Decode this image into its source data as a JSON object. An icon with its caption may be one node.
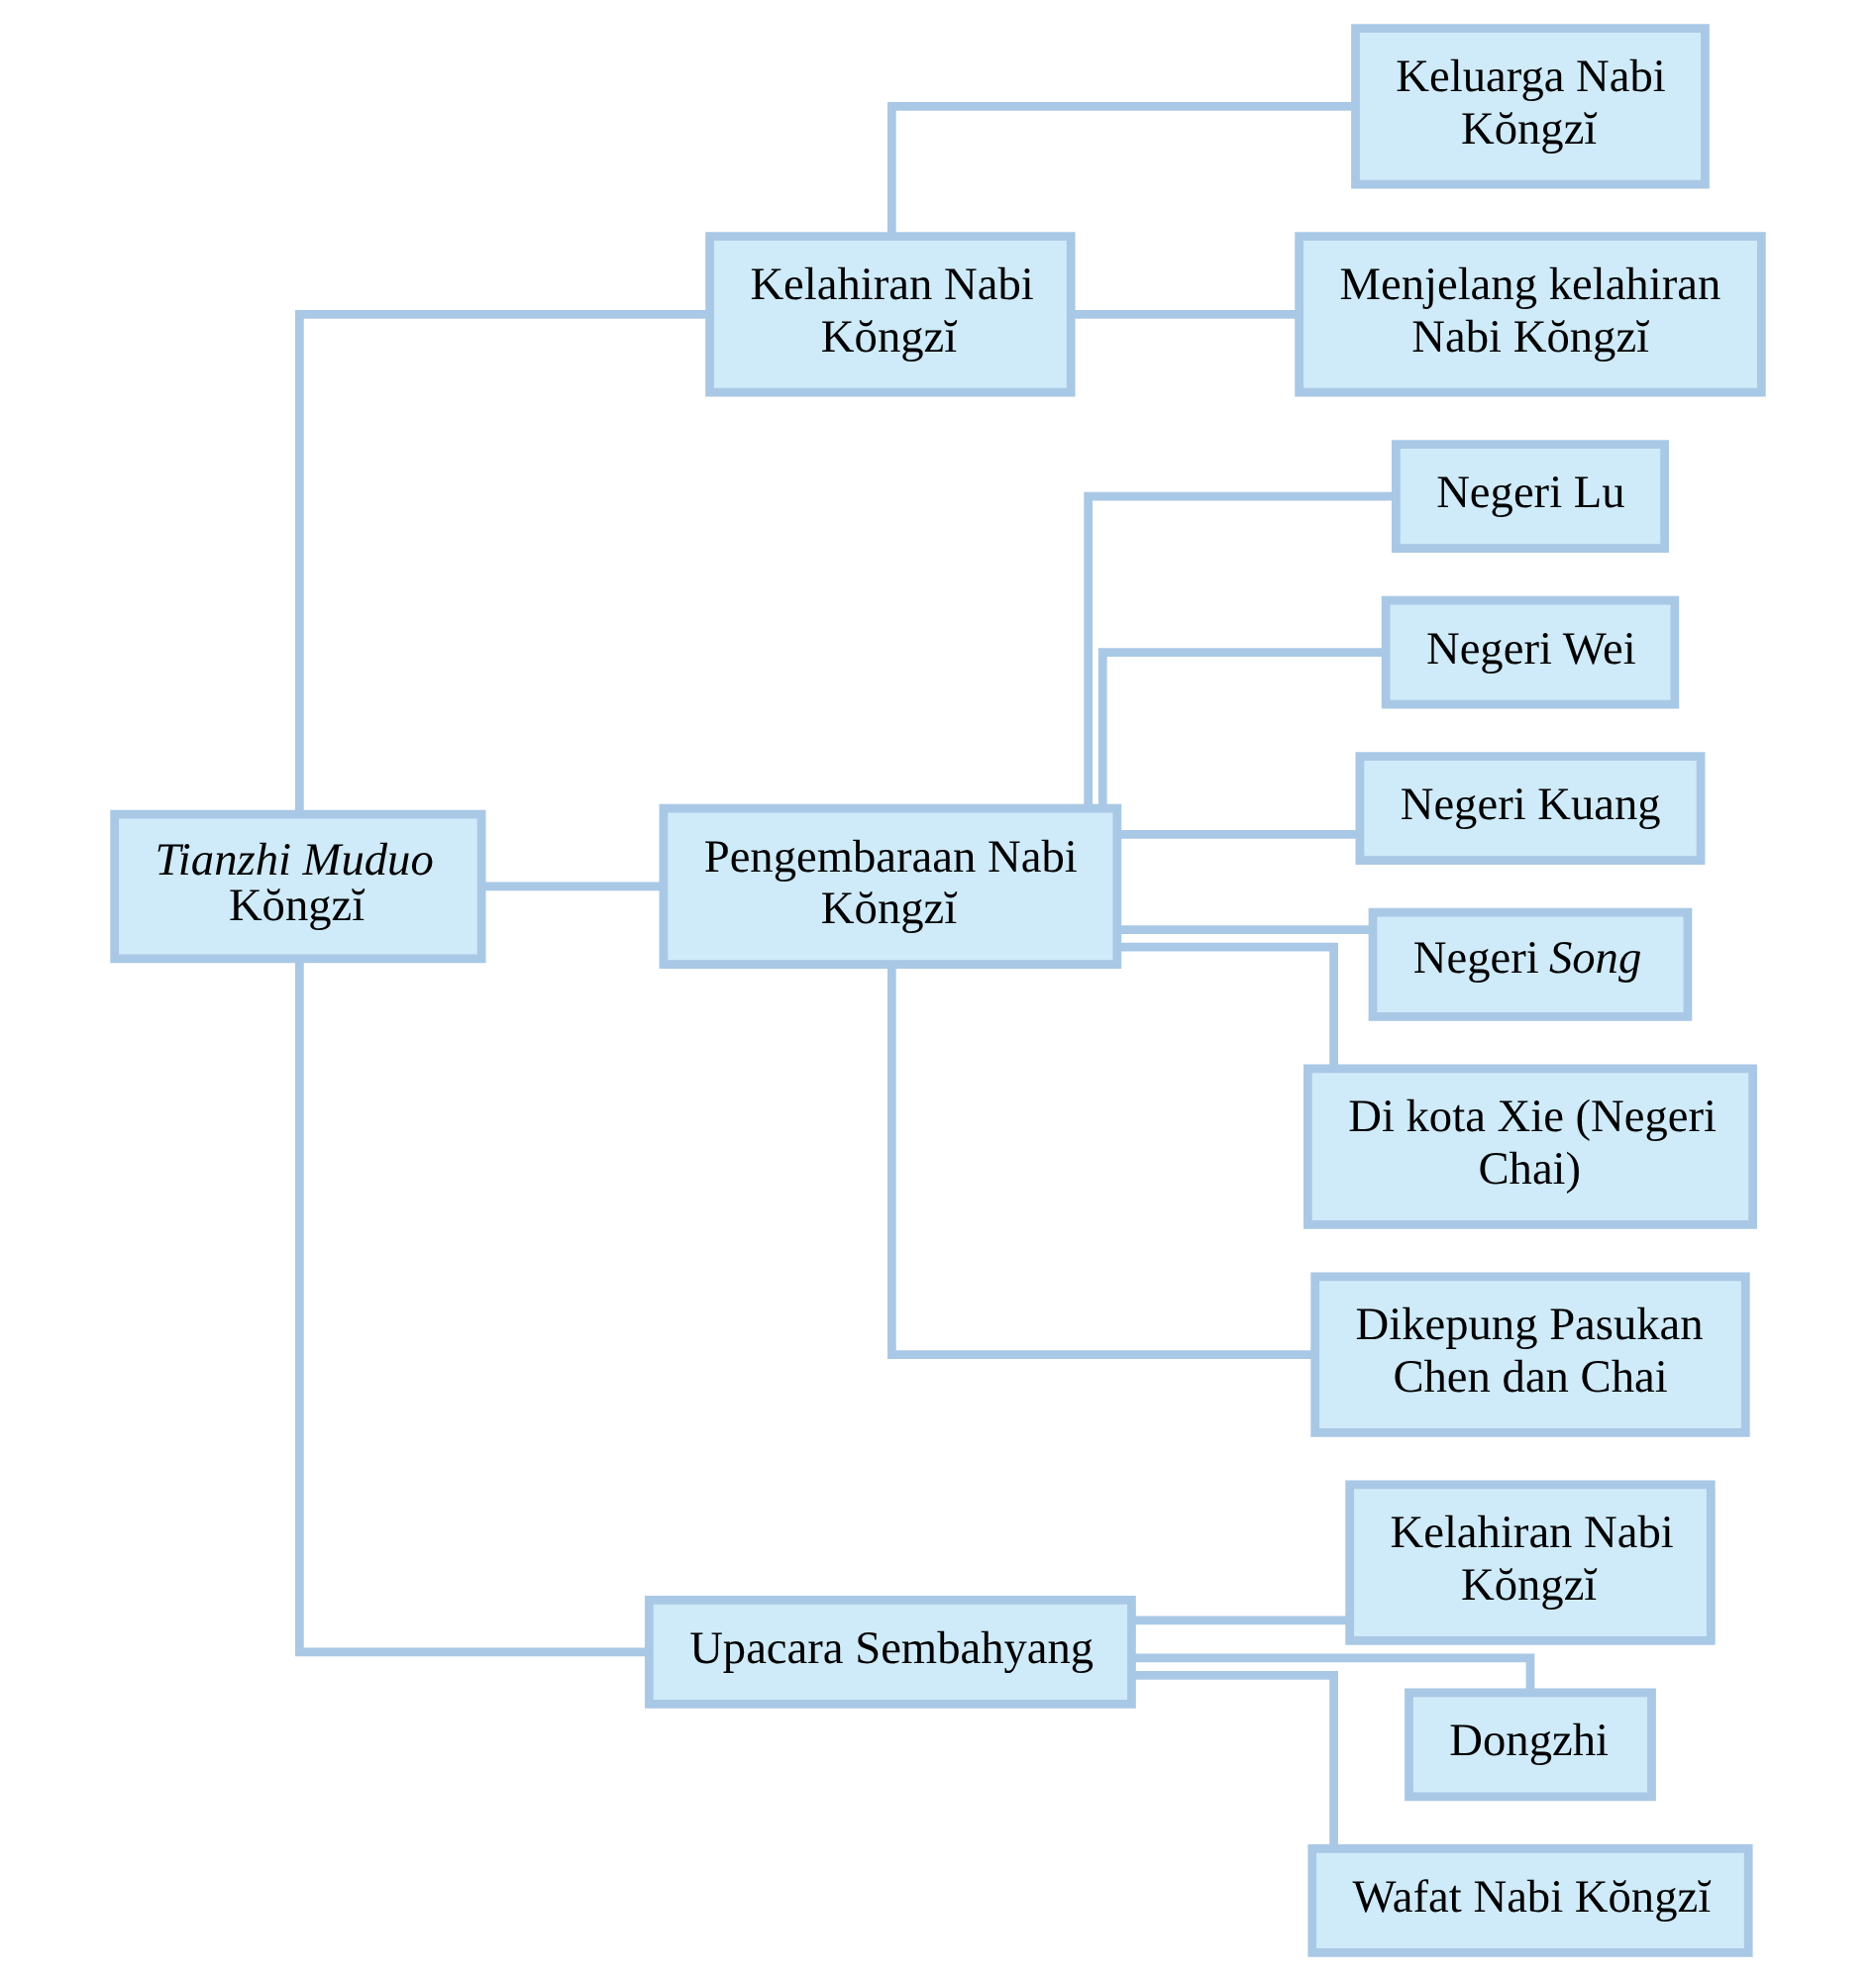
{
  "diagram": {
    "nodes": [
      {
        "text": [
          "*Tianzhi Muduo* Kŏngzĭ"
        ]
      },
      {
        "text": [
          "Kelahiran Nabi Kŏngzĭ"
        ]
      },
      {
        "text": [
          "Keluarga Nabi Kŏngzĭ"
        ]
      },
      {
        "text": [
          "Menjelang kelahiran Nabi Kŏngzĭ"
        ]
      },
      {
        "text": [
          "Pengembaraan Nabi Kŏngzĭ"
        ]
      },
      {
        "text": [
          "Negeri Lu"
        ]
      },
      {
        "text": [
          "Negeri Wei"
        ]
      },
      {
        "text": [
          "Negeri Kuang"
        ]
      },
      {
        "text": [
          "Negeri *Song*"
        ]
      },
      {
        "text": [
          "Di kota Xie (Negeri Chai)"
        ]
      },
      {
        "text": [
          "Dikepung Pasukan Chen dan Chai"
        ]
      },
      {
        "text": [
          "Upacara Sembahyang"
        ]
      },
      {
        "text": [
          "Kelahiran Nabi Kŏngzĭ"
        ]
      },
      {
        "text": [
          "Dongzhi"
        ]
      },
      {
        "text": [
          "Wafat Nabi Kŏngzĭ"
        ]
      }
    ],
    "edges": [
      {
        "from": 0,
        "to": 1,
        "arrow": "none"
      },
      {
        "from": 0,
        "to": 4,
        "arrow": "none"
      },
      {
        "from": 0,
        "to": 11,
        "arrow": "none"
      },
      {
        "from": 1,
        "to": 2,
        "arrow": "none"
      },
      {
        "from": 1,
        "to": 3,
        "arrow": "none"
      },
      {
        "from": 4,
        "to": 5,
        "arrow": "none"
      },
      {
        "from": 4,
        "to": 6,
        "arrow": "none"
      },
      {
        "from": 4,
        "to": 7,
        "arrow": "none"
      },
      {
        "from": 4,
        "to": 8,
        "arrow": "none"
      },
      {
        "from": 4,
        "to": 9,
        "arrow": "none"
      },
      {
        "from": 4,
        "to": 10,
        "arrow": "none"
      },
      {
        "from": 11,
        "to": 12,
        "arrow": "none"
      },
      {
        "from": 11,
        "to": 13,
        "arrow": "none"
      },
      {
        "from": 11,
        "to": 14,
        "arrow": "none"
      }
    ]
  }
}
